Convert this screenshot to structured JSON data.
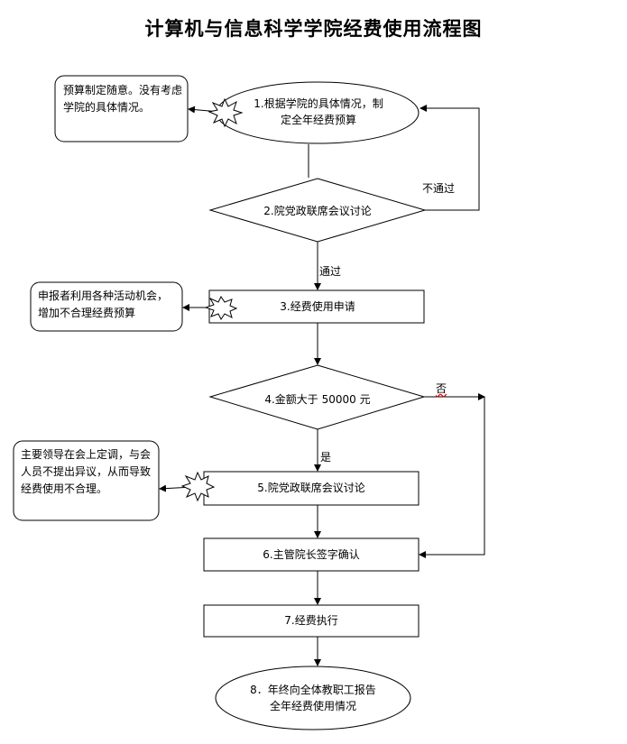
{
  "title": "计算机与信息科学学院经费使用流程图",
  "steps": {
    "s1": "1.根据学院的具体情况，制定全年经费预算",
    "s2": "2.院党政联席会议讨论",
    "s3": "3.经费使用申请",
    "s4": "4.金额大于 50000 元",
    "s5": "5.院党政联席会议讨论",
    "s6": "6.主管院长签字确认",
    "s7": "7.经费执行",
    "s8": "8．年终向全体教职工报告全年经费使用情况"
  },
  "edges": {
    "not_pass": "不通过",
    "pass": "通过",
    "no": "否",
    "yes": "是"
  },
  "notes": {
    "n1": "预算制定随意。没有考虑学院的具体情况。",
    "n2": "申报者利用各种活动机会，增加不合理经费预算",
    "n3": "主要领导在会上定调，与会人员不提出异议，从而导致经费使用不合理。"
  }
}
